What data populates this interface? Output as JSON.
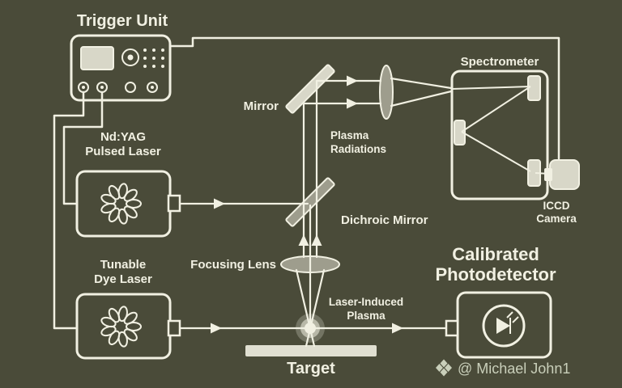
{
  "colors": {
    "background": "#4a4b39",
    "line": "#f1f0e2",
    "watermark": "#c9cfba"
  },
  "labels": {
    "trigger_unit": "Trigger Unit",
    "ndyag_1": "Nd:YAG",
    "ndyag_2": "Pulsed Laser",
    "dye_1": "Tunable",
    "dye_2": "Dye Laser",
    "mirror": "Mirror",
    "plasma_radiations_1": "Plasma",
    "plasma_radiations_2": "Radiations",
    "dichroic_mirror": "Dichroic Mirror",
    "focusing_lens": "Focusing Lens",
    "laser_induced_plasma_1": "Laser-Induced",
    "laser_induced_plasma_2": "Plasma",
    "target": "Target",
    "spectrometer": "Spectrometer",
    "iccd_1": "ICCD",
    "iccd_2": "Camera",
    "photodetector_1": "Calibrated",
    "photodetector_2": "Photodetector",
    "watermark": "@ Michael John1"
  },
  "icons": {
    "flash-lamp-icon": "radial-petal-burst",
    "photodiode-icon": "diode-symbol-in-circle",
    "watermark-diamond-icon": "four-diamond-cluster"
  }
}
